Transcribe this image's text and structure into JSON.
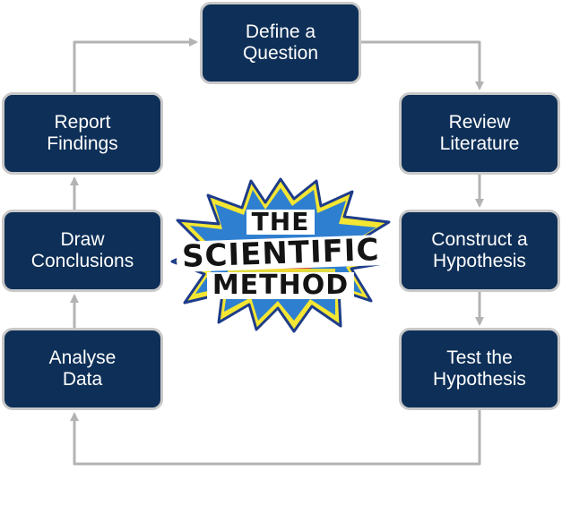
{
  "steps": {
    "define": "Define a\nQuestion",
    "review": "Review\nLiterature",
    "construct": "Construct a\nHypothesis",
    "test": "Test the\nHypothesis",
    "report": "Report\nFindings",
    "draw": "Draw\nConclusions",
    "analyse": "Analyse\nData"
  },
  "center": {
    "line1": "THE",
    "line2": "SCIENTIFIC",
    "line3": "METHOD"
  },
  "colors": {
    "box_fill": "#0e2f57",
    "box_border": "#c9c9c9",
    "connector": "#b3b3b3",
    "burst_blue": "#2f7fd0",
    "burst_outline": "#f4e632",
    "burst_red": "#e8331f"
  }
}
